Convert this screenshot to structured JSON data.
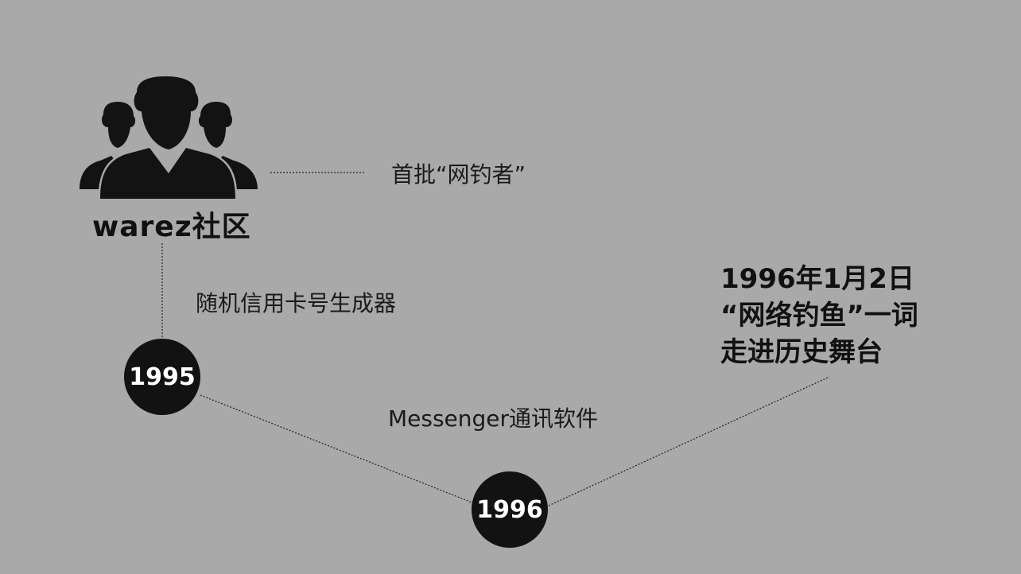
{
  "community": {
    "icon": "people-group-icon",
    "title": "warez社区"
  },
  "labels": {
    "first_phishers": "首批“网钓者”",
    "card_generator": "随机信用卡号生成器",
    "messenger": "Messenger通讯软件"
  },
  "years": {
    "y1995": "1995",
    "y1996": "1996"
  },
  "headline": {
    "line1": "1996年1月2日",
    "line2": "“网络钓鱼”一词",
    "line3": "走进历史舞台"
  },
  "colors": {
    "background": "#a9a9a9",
    "circle": "#121212",
    "text": "#111111"
  }
}
